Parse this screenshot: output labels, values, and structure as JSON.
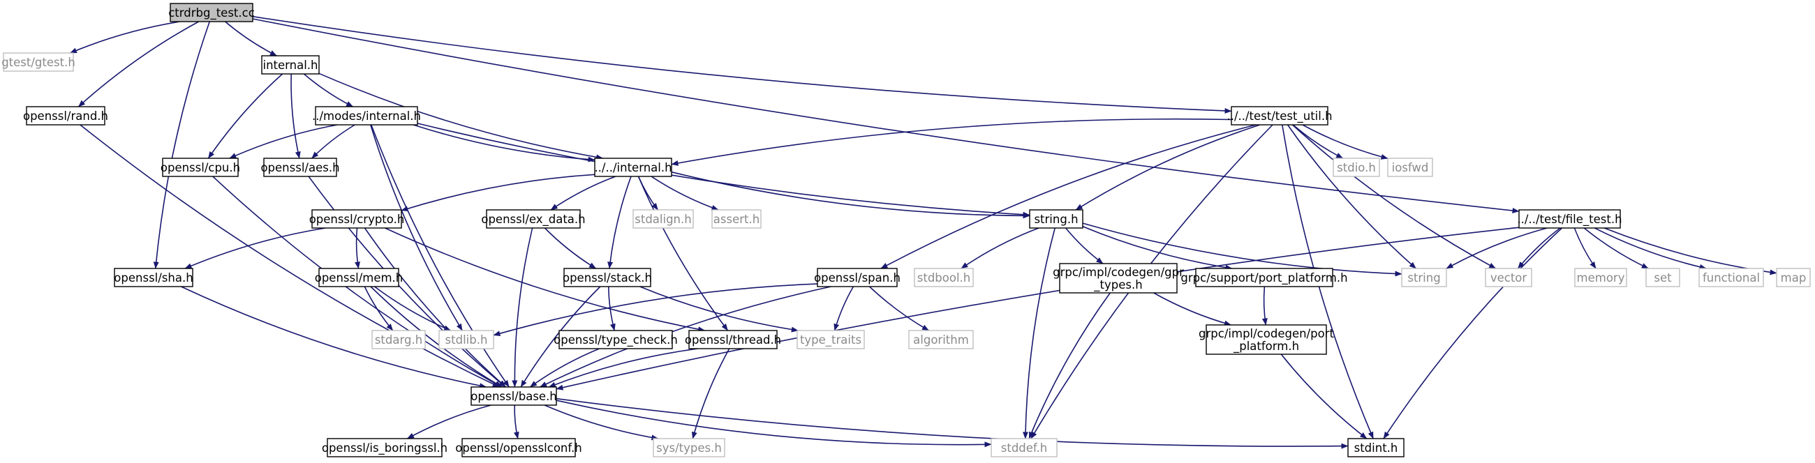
{
  "nodes": [
    {
      "id": "ctrdrbg_test",
      "label": "ctrdrbg_test.cc",
      "kind": "root"
    },
    {
      "id": "gtest",
      "label": "gtest/gtest.h",
      "kind": "external"
    },
    {
      "id": "rand",
      "label": "openssl/rand.h",
      "kind": "local"
    },
    {
      "id": "internal_h",
      "label": "internal.h",
      "kind": "local"
    },
    {
      "id": "modes_internal",
      "label": "../modes/internal.h",
      "kind": "local"
    },
    {
      "id": "cpu",
      "label": "openssl/cpu.h",
      "kind": "local"
    },
    {
      "id": "aes",
      "label": "openssl/aes.h",
      "kind": "local"
    },
    {
      "id": "dd_internal",
      "label": "../../internal.h",
      "kind": "local"
    },
    {
      "id": "test_util",
      "label": "../../test/test_util.h",
      "kind": "local"
    },
    {
      "id": "crypto",
      "label": "openssl/crypto.h",
      "kind": "local"
    },
    {
      "id": "ex_data",
      "label": "openssl/ex_data.h",
      "kind": "local"
    },
    {
      "id": "stdalign",
      "label": "stdalign.h",
      "kind": "external"
    },
    {
      "id": "assert",
      "label": "assert.h",
      "kind": "external"
    },
    {
      "id": "string_h",
      "label": "string.h",
      "kind": "local"
    },
    {
      "id": "stdio",
      "label": "stdio.h",
      "kind": "external"
    },
    {
      "id": "iosfwd",
      "label": "iosfwd",
      "kind": "external"
    },
    {
      "id": "file_test",
      "label": "../../test/file_test.h",
      "kind": "local"
    },
    {
      "id": "sha",
      "label": "openssl/sha.h",
      "kind": "local"
    },
    {
      "id": "mem",
      "label": "openssl/mem.h",
      "kind": "local"
    },
    {
      "id": "stack",
      "label": "openssl/stack.h",
      "kind": "local"
    },
    {
      "id": "span",
      "label": "openssl/span.h",
      "kind": "local"
    },
    {
      "id": "stdbool",
      "label": "stdbool.h",
      "kind": "external"
    },
    {
      "id": "gpr_types",
      "label": "grpc/impl/codegen/gpr\n_types.h",
      "kind": "local"
    },
    {
      "id": "port_platform_support",
      "label": "grpc/support/port_platform.h",
      "kind": "local"
    },
    {
      "id": "string",
      "label": "string",
      "kind": "external"
    },
    {
      "id": "vector",
      "label": "vector",
      "kind": "external"
    },
    {
      "id": "memory",
      "label": "memory",
      "kind": "external"
    },
    {
      "id": "set",
      "label": "set",
      "kind": "external"
    },
    {
      "id": "functional",
      "label": "functional",
      "kind": "external"
    },
    {
      "id": "map",
      "label": "map",
      "kind": "external"
    },
    {
      "id": "stdarg",
      "label": "stdarg.h",
      "kind": "external"
    },
    {
      "id": "stdlib",
      "label": "stdlib.h",
      "kind": "external"
    },
    {
      "id": "type_check",
      "label": "openssl/type_check.h",
      "kind": "local"
    },
    {
      "id": "thread",
      "label": "openssl/thread.h",
      "kind": "local"
    },
    {
      "id": "type_traits",
      "label": "type_traits",
      "kind": "external"
    },
    {
      "id": "algorithm",
      "label": "algorithm",
      "kind": "external"
    },
    {
      "id": "port_platform_codegen",
      "label": "grpc/impl/codegen/port\n_platform.h",
      "kind": "local"
    },
    {
      "id": "base",
      "label": "openssl/base.h",
      "kind": "local"
    },
    {
      "id": "is_boringssl",
      "label": "openssl/is_boringssl.h",
      "kind": "local"
    },
    {
      "id": "opensslconf",
      "label": "openssl/opensslconf.h",
      "kind": "local"
    },
    {
      "id": "sys_types",
      "label": "sys/types.h",
      "kind": "external"
    },
    {
      "id": "stddef",
      "label": "stddef.h",
      "kind": "external"
    },
    {
      "id": "stdint",
      "label": "stdint.h",
      "kind": "local"
    }
  ],
  "edges": [
    [
      "ctrdrbg_test",
      "gtest"
    ],
    [
      "ctrdrbg_test",
      "rand"
    ],
    [
      "ctrdrbg_test",
      "internal_h"
    ],
    [
      "ctrdrbg_test",
      "sha"
    ],
    [
      "ctrdrbg_test",
      "test_util"
    ],
    [
      "ctrdrbg_test",
      "file_test"
    ],
    [
      "rand",
      "base"
    ],
    [
      "internal_h",
      "modes_internal"
    ],
    [
      "internal_h",
      "cpu"
    ],
    [
      "internal_h",
      "aes"
    ],
    [
      "internal_h",
      "dd_internal"
    ],
    [
      "modes_internal",
      "cpu"
    ],
    [
      "modes_internal",
      "aes"
    ],
    [
      "modes_internal",
      "dd_internal"
    ],
    [
      "modes_internal",
      "string_h"
    ],
    [
      "modes_internal",
      "stdlib"
    ],
    [
      "modes_internal",
      "base"
    ],
    [
      "cpu",
      "base"
    ],
    [
      "aes",
      "base"
    ],
    [
      "test_util",
      "dd_internal"
    ],
    [
      "test_util",
      "string_h"
    ],
    [
      "test_util",
      "span"
    ],
    [
      "test_util",
      "stdio"
    ],
    [
      "test_util",
      "iosfwd"
    ],
    [
      "test_util",
      "string"
    ],
    [
      "test_util",
      "vector"
    ],
    [
      "test_util",
      "stddef"
    ],
    [
      "test_util",
      "stdint"
    ],
    [
      "dd_internal",
      "crypto"
    ],
    [
      "dd_internal",
      "ex_data"
    ],
    [
      "dd_internal",
      "stdalign"
    ],
    [
      "dd_internal",
      "assert"
    ],
    [
      "dd_internal",
      "string_h"
    ],
    [
      "dd_internal",
      "stack"
    ],
    [
      "dd_internal",
      "thread"
    ],
    [
      "crypto",
      "sha"
    ],
    [
      "crypto",
      "mem"
    ],
    [
      "crypto",
      "base"
    ],
    [
      "crypto",
      "thread"
    ],
    [
      "ex_data",
      "stack"
    ],
    [
      "ex_data",
      "base"
    ],
    [
      "string_h",
      "stdbool"
    ],
    [
      "string_h",
      "gpr_types"
    ],
    [
      "string_h",
      "port_platform_support"
    ],
    [
      "string_h",
      "string"
    ],
    [
      "string_h",
      "stddef"
    ],
    [
      "file_test",
      "base"
    ],
    [
      "file_test",
      "string"
    ],
    [
      "file_test",
      "vector"
    ],
    [
      "file_test",
      "memory"
    ],
    [
      "file_test",
      "set"
    ],
    [
      "file_test",
      "functional"
    ],
    [
      "file_test",
      "map"
    ],
    [
      "file_test",
      "stdint"
    ],
    [
      "sha",
      "base"
    ],
    [
      "mem",
      "stdarg"
    ],
    [
      "mem",
      "stdlib"
    ],
    [
      "mem",
      "base"
    ],
    [
      "stack",
      "type_check"
    ],
    [
      "stack",
      "type_traits"
    ],
    [
      "stack",
      "base"
    ],
    [
      "span",
      "stdlib"
    ],
    [
      "span",
      "type_traits"
    ],
    [
      "span",
      "algorithm"
    ],
    [
      "span",
      "base"
    ],
    [
      "gpr_types",
      "port_platform_codegen"
    ],
    [
      "gpr_types",
      "stddef"
    ],
    [
      "port_platform_support",
      "port_platform_codegen"
    ],
    [
      "port_platform_codegen",
      "stdint"
    ],
    [
      "type_check",
      "base"
    ],
    [
      "thread",
      "base"
    ],
    [
      "thread",
      "sys_types"
    ],
    [
      "base",
      "is_boringssl"
    ],
    [
      "base",
      "opensslconf"
    ],
    [
      "base",
      "sys_types"
    ],
    [
      "base",
      "stddef"
    ],
    [
      "base",
      "stdint"
    ]
  ],
  "colors": {
    "edge": "#191970",
    "root_fill": "#bfbfbf",
    "local_border": "#000000",
    "external_border": "#bfbfbf",
    "external_text": "#8a8a8a"
  }
}
